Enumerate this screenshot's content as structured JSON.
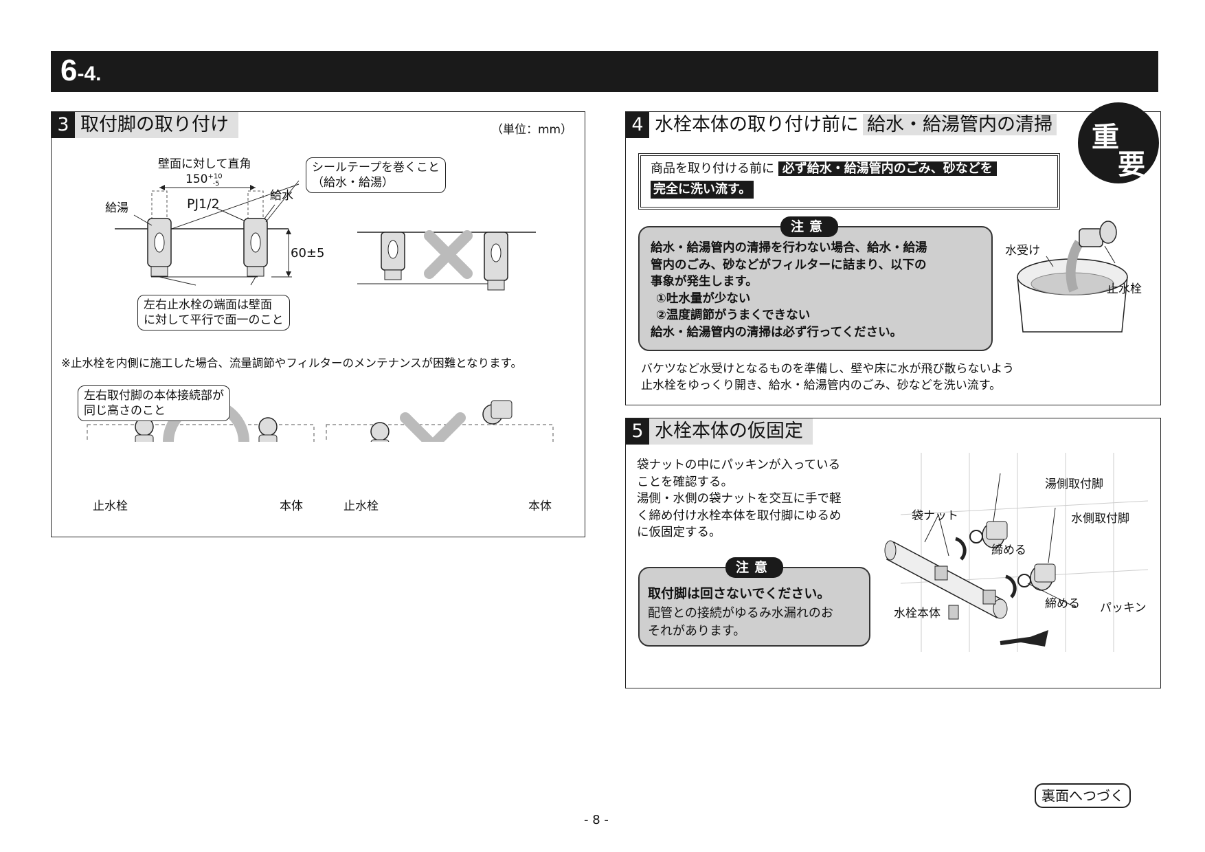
{
  "header": {
    "section": "6",
    "subsection": "-4."
  },
  "sec3": {
    "num": "3",
    "title": "取付脚の取り付け",
    "unit": "（単位：mm）",
    "wall_right_angle": "壁面に対して直角",
    "dim_150": "150",
    "tol_plus": "+10",
    "tol_minus": "-5",
    "label_kyuto": "給湯",
    "label_pj": "PJ1/2",
    "label_kyusui": "給水",
    "seal_bubble_1": "シールテープを巻くこと",
    "seal_bubble_2": "（給水・給湯）",
    "dim_60": "60±5",
    "flush_bubble_1": "左右止水栓の端面は壁面",
    "flush_bubble_2": "に対して平行で面一のこと",
    "note": "※止水栓を内側に施工した場合、流量調節やフィルターのメンテナンスが困難となります。",
    "height_bubble_1": "左右取付脚の本体接続部が",
    "height_bubble_2": "同じ高さのこと",
    "label_stop_valve_1": "止水栓",
    "label_body_1": "本体",
    "label_stop_valve_2": "止水栓",
    "label_body_2": "本体"
  },
  "sec4": {
    "num": "4",
    "title": "水栓本体の取り付け前に",
    "title_inv": "給水・給湯管内の清掃",
    "important_1": "重",
    "important_2": "要",
    "box_plain": "商品を取り付ける前に",
    "box_bold_1": "必ず給水・給湯管内のごみ、砂などを",
    "box_bold_2": "完全に洗い流す。",
    "caution_tag": "注意",
    "caution_lines": [
      "給水・給湯管内の清掃を行わない場合、給水・給湯",
      "管内のごみ、砂などがフィルターに詰まり、以下の",
      "事象が発生します。",
      "①吐水量が少ない",
      "②温度調節がうまくできない",
      "給水・給湯管内の清掃は必ず行ってください。"
    ],
    "label_bucket": "水受け",
    "label_valve": "止水栓",
    "instruction_1": "バケツなど水受けとなるものを準備し、壁や床に水が飛び散らないよう",
    "instruction_2": "止水栓をゆっくり開き、給水・給湯管内のごみ、砂などを洗い流す。"
  },
  "sec5": {
    "num": "5",
    "title": "水栓本体の仮固定",
    "text_lines": [
      "袋ナットの中にパッキンが入っている",
      "ことを確認する。",
      "湯側・水側の袋ナットを交互に手で軽",
      "く締め付け水栓本体を取付脚にゆるめ",
      "に仮固定する。"
    ],
    "caution_tag": "注意",
    "caution_bold": "取付脚は回さないでください。",
    "caution_1": "配管との接続がゆるみ水漏れのお",
    "caution_2": "それがあります。",
    "label_hot_leg": "湯側取付脚",
    "label_nut": "袋ナット",
    "label_cold_leg": "水側取付脚",
    "label_tighten_1": "締める",
    "label_tighten_2": "締める",
    "label_packing": "パッキン",
    "label_body": "水栓本体"
  },
  "footer": {
    "continue": "裏面へつづく",
    "page": "- 8 -"
  }
}
